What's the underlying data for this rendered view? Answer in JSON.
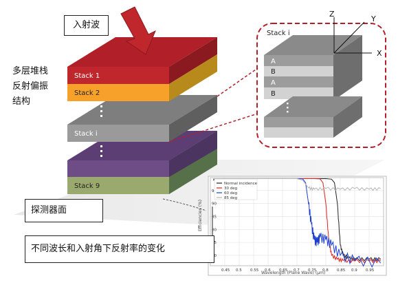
{
  "labels": {
    "incident_wave": "入射波",
    "structure_lines": [
      "多层堆栈",
      "反射偏振",
      "结构"
    ],
    "detector_plane": "探测器面",
    "caption": "不同波长和入射角下反射率的变化"
  },
  "stack": {
    "layers": [
      "Stack 1",
      "Stack 2",
      "Stack i",
      "Stack 9"
    ]
  },
  "detail": {
    "title": "Stack i",
    "sublayers": [
      "A",
      "B",
      "A",
      "B"
    ],
    "axes": {
      "z": "Z",
      "y": "Y",
      "x": "X"
    }
  },
  "colors": {
    "stack1": "#c0272d",
    "stack2": "#f7a12b",
    "stacki": "#9a9a9a",
    "purple": "#6e4d86",
    "stack9": "#9aaa6e",
    "arrow": "#c0272d",
    "dashed": "#b3202a"
  },
  "chart_data": {
    "type": "line",
    "title": "",
    "xlabel": "Wavelength (Plane Wave) (μm)",
    "ylabel": "Efficiencies (%)",
    "xlim": [
      0.4,
      1.0
    ],
    "ylim": [
      66,
      100
    ],
    "xticks": [
      "0.45",
      "0.5",
      "0.55",
      "0.6",
      "0.65",
      "0.7",
      "0.75",
      "0.8",
      "0.85",
      "0.9",
      "0.95"
    ],
    "yticks": [
      "70",
      "75",
      "80",
      "85",
      "90",
      "95"
    ],
    "legend_position": "top-left",
    "series": [
      {
        "name": "Normal incidence",
        "color": "#222222",
        "x": [
          0.41,
          0.42,
          0.45,
          0.5,
          0.6,
          0.7,
          0.8,
          0.82,
          0.83,
          0.84,
          0.85,
          0.86,
          0.88,
          0.9,
          0.95,
          0.99
        ],
        "y": [
          99,
          99.5,
          99.6,
          99.6,
          99.6,
          99.6,
          99.6,
          99.4,
          98,
          90,
          74,
          70,
          69,
          68.5,
          68.5,
          68.5
        ]
      },
      {
        "name": "30 deg",
        "color": "#e0201b",
        "x": [
          0.41,
          0.45,
          0.5,
          0.6,
          0.7,
          0.76,
          0.78,
          0.79,
          0.8,
          0.81,
          0.82,
          0.84,
          0.86,
          0.9,
          0.95,
          0.99
        ],
        "y": [
          99.5,
          99.6,
          99.6,
          99.6,
          99.6,
          99.6,
          99.5,
          98,
          90,
          76,
          70,
          68.5,
          68,
          67.8,
          67.8,
          67.8
        ]
      },
      {
        "name": "60 deg",
        "color": "#1f3fd0",
        "x": [
          0.41,
          0.5,
          0.6,
          0.7,
          0.72,
          0.73,
          0.74,
          0.75,
          0.76,
          0.77,
          0.78,
          0.8,
          0.82,
          0.85,
          0.9,
          0.99
        ],
        "y": [
          99.5,
          99.6,
          99.6,
          99.6,
          99.5,
          98,
          90,
          82,
          76,
          75,
          77,
          76,
          74,
          70,
          68,
          67
        ]
      },
      {
        "name": "85 deg",
        "color": "#b5b5b5",
        "x": [
          0.41,
          0.5,
          0.6,
          0.7,
          0.72,
          0.74,
          0.76,
          0.8,
          0.85,
          0.9,
          0.95,
          0.99
        ],
        "y": [
          99.6,
          99.6,
          99.6,
          99.6,
          99,
          96,
          95.5,
          95.8,
          95.5,
          95.8,
          95.5,
          95.7
        ]
      }
    ]
  }
}
